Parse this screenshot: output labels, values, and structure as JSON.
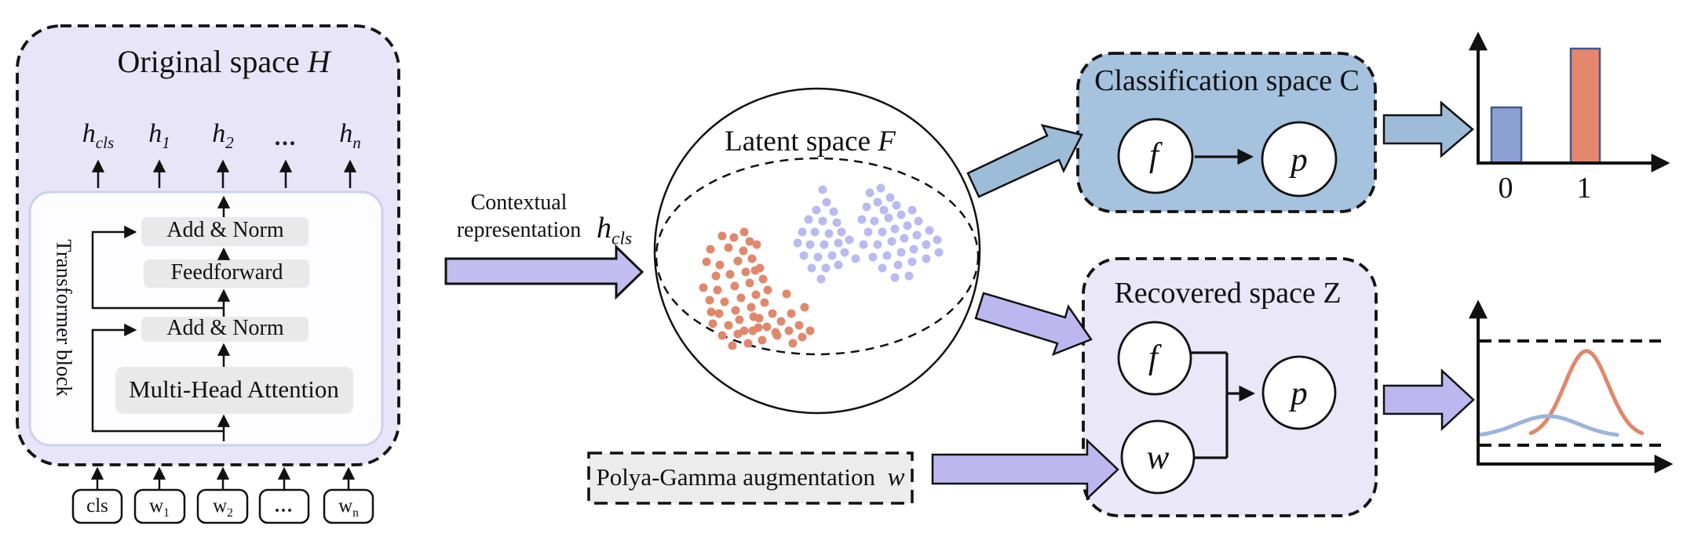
{
  "original_space": {
    "title_prefix": "Original space ",
    "title_math": "H",
    "outputs": [
      {
        "base": "h",
        "sub": "cls"
      },
      {
        "base": "h",
        "sub": "1"
      },
      {
        "base": "h",
        "sub": "2"
      },
      {
        "dots": "..."
      },
      {
        "base": "h",
        "sub": "n"
      }
    ],
    "block_label": "Transformer block",
    "layers": [
      "Add & Norm",
      "Feedforward",
      "Add & Norm",
      "Multi-Head Attention"
    ],
    "tokens": [
      {
        "label": "cls"
      },
      {
        "base": "w",
        "sub": "1"
      },
      {
        "base": "w",
        "sub": "2"
      },
      {
        "dots": "..."
      },
      {
        "base": "w",
        "sub": "n"
      }
    ]
  },
  "contextual": {
    "line1": "Contextual",
    "line2": "representation",
    "math_base": "h",
    "math_sub": "cls"
  },
  "latent_space": {
    "title_prefix": "Latent space ",
    "title_math": "F",
    "clusters": [
      {
        "name": "class-1-orange-cluster",
        "color": "#e0886c",
        "dot_radius": 5.5,
        "points": [
          [
            896,
            367
          ],
          [
            900,
            334
          ],
          [
            904,
            383
          ],
          [
            905,
            318
          ],
          [
            906,
            398
          ],
          [
            908,
            413
          ],
          [
            912,
            352
          ],
          [
            914,
            370
          ],
          [
            916,
            400
          ],
          [
            917,
            338
          ],
          [
            920,
            301
          ],
          [
            920,
            428
          ],
          [
            923,
            385
          ],
          [
            928,
            316
          ],
          [
            928,
            415
          ],
          [
            930,
            350
          ],
          [
            933,
            441
          ],
          [
            935,
            303
          ],
          [
            936,
            365
          ],
          [
            937,
            396
          ],
          [
            940,
            333
          ],
          [
            940,
            426
          ],
          [
            942,
            408
          ],
          [
            944,
            380
          ],
          [
            947,
            320
          ],
          [
            948,
            296
          ],
          [
            948,
            422
          ],
          [
            950,
            347
          ],
          [
            953,
            438
          ],
          [
            955,
            308
          ],
          [
            955,
            361
          ],
          [
            957,
            392
          ],
          [
            958,
            330
          ],
          [
            959,
            422
          ],
          [
            960,
            404
          ],
          [
            962,
            345
          ],
          [
            963,
            376
          ],
          [
            964,
            312
          ],
          [
            966,
            418
          ],
          [
            967,
            406
          ],
          [
            968,
            342
          ],
          [
            971,
            434
          ],
          [
            972,
            356
          ],
          [
            974,
            386
          ],
          [
            977,
            417
          ],
          [
            978,
            370
          ],
          [
            984,
            400
          ],
          [
            988,
            424
          ],
          [
            990,
            428
          ],
          [
            995,
            410
          ],
          [
            1002,
            375
          ],
          [
            1005,
            422
          ],
          [
            1008,
            400
          ],
          [
            1010,
            438
          ],
          [
            1018,
            415
          ],
          [
            1022,
            430
          ],
          [
            1025,
            392
          ],
          [
            1032,
            422
          ]
        ]
      },
      {
        "name": "class-0-purple-cluster",
        "color": "#b9baf1",
        "dot_radius": 5.5,
        "points": [
          [
            1048,
            242
          ],
          [
            1053,
            258
          ],
          [
            1040,
            268
          ],
          [
            1062,
            270
          ],
          [
            1030,
            280
          ],
          [
            1048,
            282
          ],
          [
            1066,
            284
          ],
          [
            1022,
            296
          ],
          [
            1038,
            296
          ],
          [
            1056,
            298
          ],
          [
            1072,
            296
          ],
          [
            1016,
            310
          ],
          [
            1032,
            312
          ],
          [
            1050,
            312
          ],
          [
            1068,
            310
          ],
          [
            1082,
            306
          ],
          [
            1024,
            326
          ],
          [
            1042,
            328
          ],
          [
            1060,
            326
          ],
          [
            1076,
            322
          ],
          [
            1034,
            342
          ],
          [
            1052,
            342
          ],
          [
            1068,
            338
          ],
          [
            1046,
            356
          ],
          [
            1090,
            330
          ],
          [
            1108,
            246
          ],
          [
            1122,
            240
          ],
          [
            1118,
            258
          ],
          [
            1134,
            252
          ],
          [
            1104,
            264
          ],
          [
            1126,
            268
          ],
          [
            1142,
            262
          ],
          [
            1098,
            280
          ],
          [
            1114,
            282
          ],
          [
            1132,
            278
          ],
          [
            1148,
            274
          ],
          [
            1162,
            268
          ],
          [
            1106,
            296
          ],
          [
            1124,
            296
          ],
          [
            1140,
            292
          ],
          [
            1156,
            288
          ],
          [
            1170,
            282
          ],
          [
            1100,
            312
          ],
          [
            1118,
            312
          ],
          [
            1136,
            308
          ],
          [
            1152,
            304
          ],
          [
            1168,
            300
          ],
          [
            1184,
            294
          ],
          [
            1112,
            328
          ],
          [
            1130,
            326
          ],
          [
            1148,
            322
          ],
          [
            1164,
            318
          ],
          [
            1180,
            312
          ],
          [
            1194,
            306
          ],
          [
            1124,
            342
          ],
          [
            1144,
            338
          ],
          [
            1162,
            334
          ],
          [
            1180,
            330
          ],
          [
            1196,
            322
          ],
          [
            1140,
            354
          ],
          [
            1158,
            352
          ]
        ]
      }
    ]
  },
  "classification_space": {
    "title": "Classification space C",
    "node_f": "f",
    "node_p": "p"
  },
  "recovered_space": {
    "title": "Recovered space Z",
    "node_f": "f",
    "node_w": "w",
    "node_p": "p"
  },
  "polya_gamma": {
    "label": "Polya-Gamma augmentation",
    "math": "w"
  },
  "chart_data": [
    {
      "id": "classification-output-bars",
      "type": "bar",
      "title": "",
      "categories": [
        "0",
        "1"
      ],
      "values": [
        0.41,
        0.85
      ],
      "ylim": [
        0,
        1
      ],
      "xlabel": "",
      "ylabel": "",
      "grid": false,
      "legend": false,
      "colors": [
        "#8da0d2",
        "#e5876d"
      ],
      "bar_border_color": "#3f5a94"
    },
    {
      "id": "recovered-distribution-curves",
      "type": "line",
      "title": "",
      "xlim": [
        0,
        1
      ],
      "ylim": [
        0,
        1
      ],
      "grid": false,
      "legend": false,
      "annotations": [
        "upper-dashed-bound",
        "lower-dashed-bound"
      ],
      "series": [
        {
          "name": "class-1-density",
          "shape": "gaussian",
          "color": "#e0876b",
          "mean": 0.554,
          "sigma": 0.112,
          "peak": 0.88,
          "xrange": [
            0.27,
            0.843
          ]
        },
        {
          "name": "class-0-density",
          "shape": "gaussian",
          "color": "#9ab4e0",
          "mean": 0.357,
          "sigma": 0.16,
          "peak": 0.21,
          "xrange": [
            0.008,
            0.719
          ]
        }
      ]
    }
  ],
  "colors": {
    "space_fill_lavender": "#e7e5f7",
    "classification_fill_blue": "#a5c2df",
    "layer_box_gray": "#e9e9e9",
    "polya_gamma_fill": "#ececec",
    "arrow_purple": "#bcb8ef",
    "arrow_blue": "#9dbcd8",
    "inner_box_border": "#c9d2ee",
    "bar_border": "#3f5a94"
  }
}
